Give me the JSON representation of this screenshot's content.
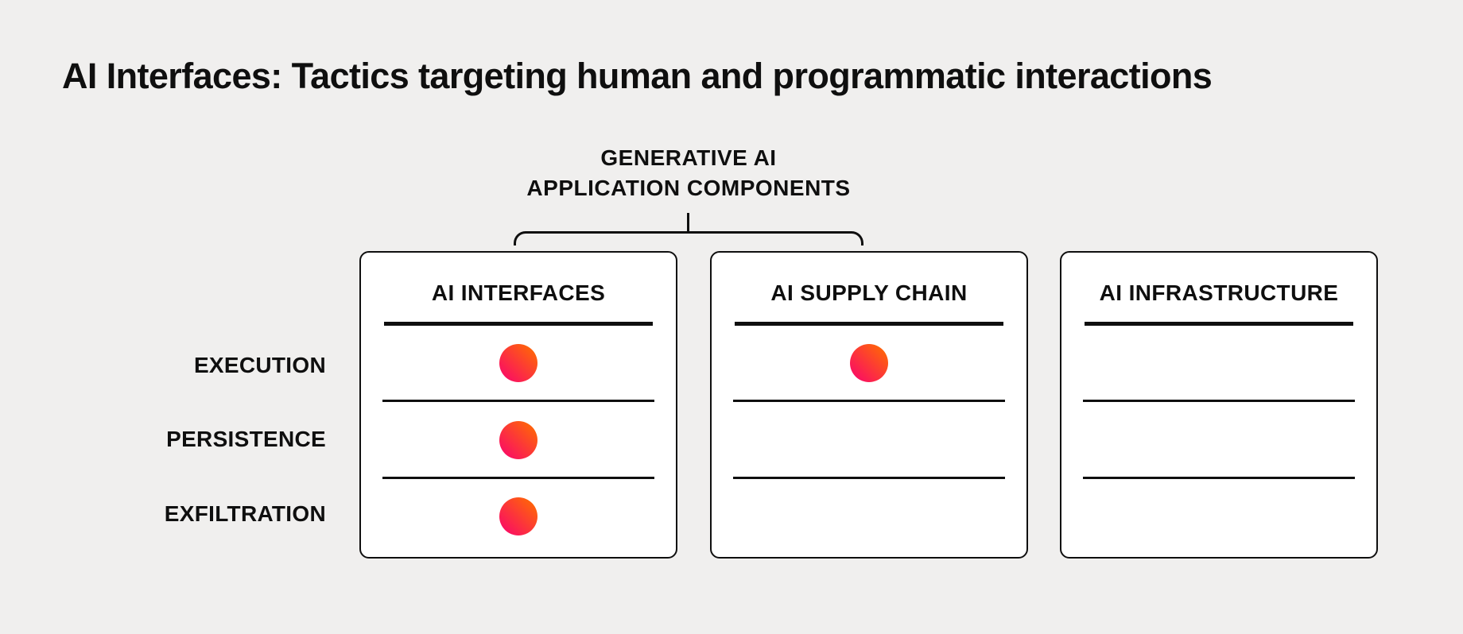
{
  "title": "AI Interfaces: Tactics targeting human and programmatic interactions",
  "group_header": {
    "line1": "GENERATIVE AI",
    "line2": "APPLICATION COMPONENTS"
  },
  "rows": [
    {
      "label": "EXECUTION"
    },
    {
      "label": "PERSISTENCE"
    },
    {
      "label": "EXFILTRATION"
    }
  ],
  "columns": [
    {
      "label": "AI INTERFACES",
      "dots": [
        true,
        true,
        true
      ]
    },
    {
      "label": "AI SUPPLY CHAIN",
      "dots": [
        true,
        false,
        false
      ]
    },
    {
      "label": "AI INFRASTRUCTURE",
      "dots": [
        false,
        false,
        false
      ]
    }
  ],
  "colors": {
    "background": "#f0efee",
    "box_background": "#ffffff",
    "ink": "#0f0f0f",
    "dot_gradient_start": "#fa0a67",
    "dot_gradient_end": "#ff6c01"
  }
}
